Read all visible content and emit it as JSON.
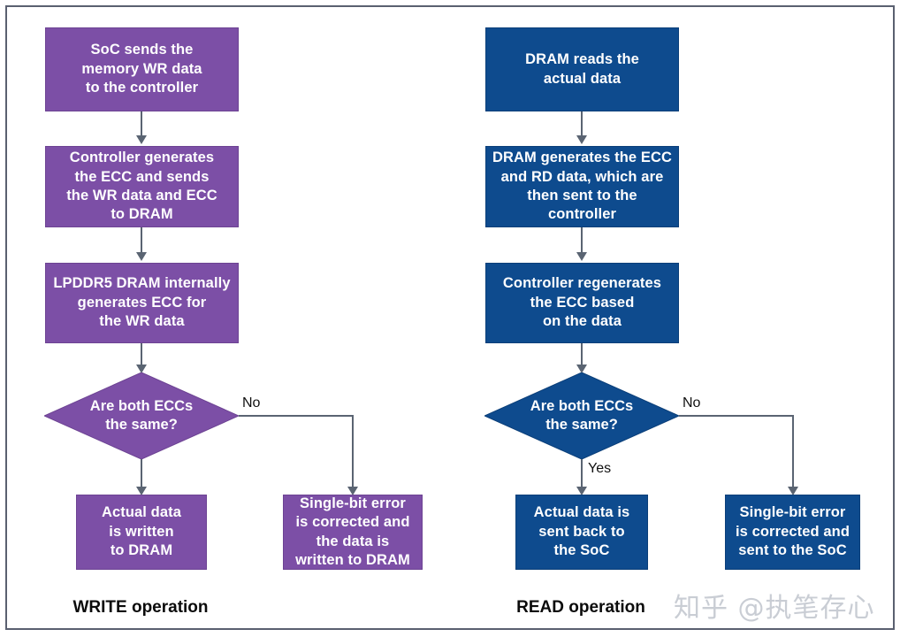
{
  "diagram": {
    "title": "LPDDR5 DRAM link ECC write and read operation flowchart",
    "colors": {
      "write_fill": "#7C4FA6",
      "read_fill": "#0E4B8E",
      "connector": "#5A6472",
      "frame": "#5A6070",
      "background": "#FFFFFF",
      "node_text": "#FFFFFF",
      "label_text": "#111111",
      "watermark": "#C9CDD4"
    },
    "columns": [
      {
        "id": "write",
        "caption": "WRITE operation",
        "nodes": [
          {
            "id": "w1",
            "type": "process",
            "text": "SoC sends the\nmemory WR data\nto the controller"
          },
          {
            "id": "w2",
            "type": "process",
            "text": "Controller generates\nthe ECC and sends\nthe WR data and ECC\nto DRAM"
          },
          {
            "id": "w3",
            "type": "process",
            "text": "LPDDR5 DRAM internally\ngenerates ECC for\nthe WR data"
          },
          {
            "id": "w4",
            "type": "decision",
            "text": "Are both ECCs\nthe same?"
          },
          {
            "id": "w5",
            "type": "process",
            "text": "Actual data\nis written\nto DRAM"
          },
          {
            "id": "w6",
            "type": "process",
            "text": "Single-bit error\nis corrected and\nthe data is\nwritten to DRAM"
          }
        ],
        "edges": [
          {
            "from": "w1",
            "to": "w2",
            "label": ""
          },
          {
            "from": "w2",
            "to": "w3",
            "label": ""
          },
          {
            "from": "w3",
            "to": "w4",
            "label": ""
          },
          {
            "from": "w4",
            "to": "w5",
            "label": ""
          },
          {
            "from": "w4",
            "to": "w6",
            "label": "No"
          }
        ]
      },
      {
        "id": "read",
        "caption": "READ operation",
        "nodes": [
          {
            "id": "r1",
            "type": "process",
            "text": "DRAM reads the\nactual data"
          },
          {
            "id": "r2",
            "type": "process",
            "text": "DRAM generates the ECC\nand RD data, which are\nthen sent to the controller"
          },
          {
            "id": "r3",
            "type": "process",
            "text": "Controller regenerates\nthe ECC based\non the data"
          },
          {
            "id": "r4",
            "type": "decision",
            "text": "Are both ECCs\nthe same?"
          },
          {
            "id": "r5",
            "type": "process",
            "text": "Actual data is\nsent back to\nthe SoC"
          },
          {
            "id": "r6",
            "type": "process",
            "text": "Single-bit error\nis corrected and\nsent to the SoC"
          }
        ],
        "edges": [
          {
            "from": "r1",
            "to": "r2",
            "label": ""
          },
          {
            "from": "r2",
            "to": "r3",
            "label": ""
          },
          {
            "from": "r3",
            "to": "r4",
            "label": ""
          },
          {
            "from": "r4",
            "to": "r5",
            "label": "Yes"
          },
          {
            "from": "r4",
            "to": "r6",
            "label": "No"
          }
        ]
      }
    ],
    "watermark": "知乎 @执笔存心"
  }
}
